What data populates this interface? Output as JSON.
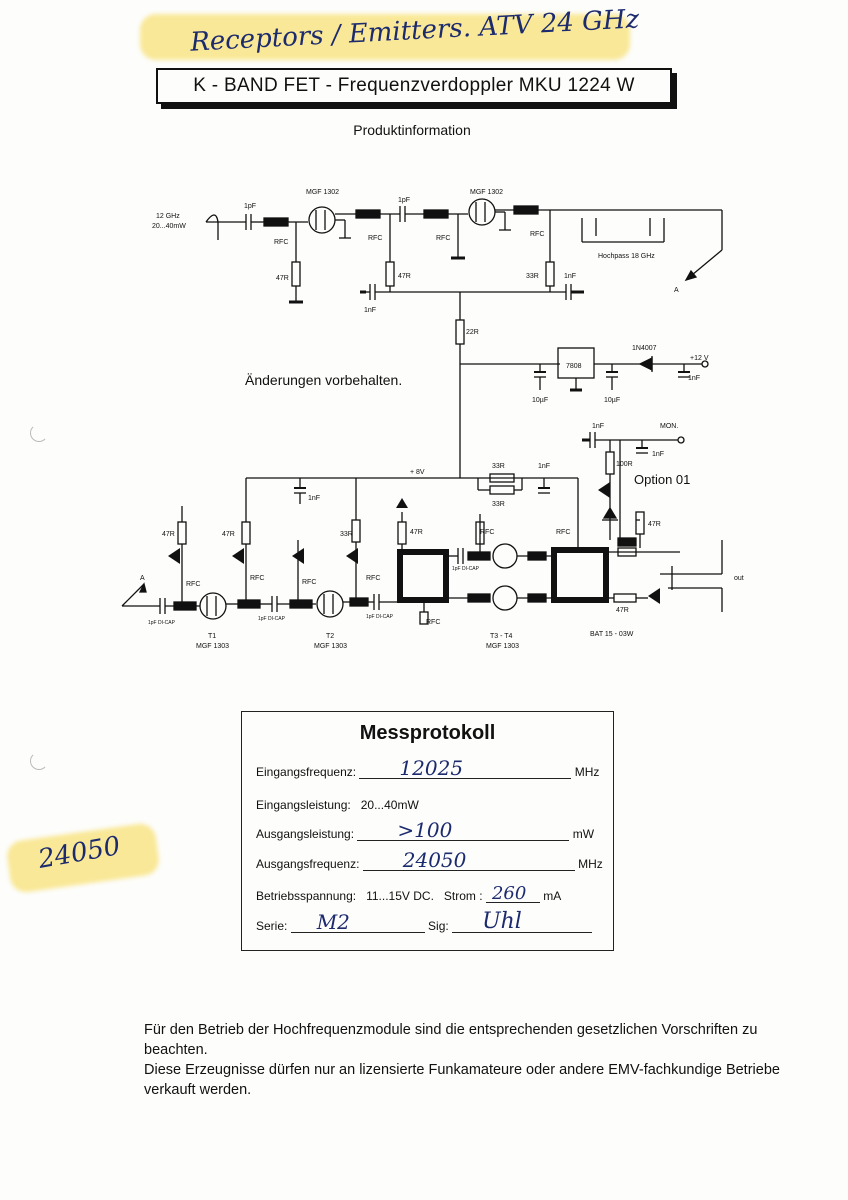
{
  "handwritten": {
    "top_note": "Receptors / Emitters. ATV 24 GHz",
    "margin_note": "24050"
  },
  "document": {
    "title": "K - BAND  FET - Frequenzverdoppler   MKU 1224 W",
    "subtitle": "Produktinformation",
    "notice": "Änderungen vorbehalten."
  },
  "schematic": {
    "input_label_1": "12 GHz",
    "input_label_2": "20...40mW",
    "mgf1302": "MGF 1302",
    "c1pf": "1pF",
    "rfc": "RFC",
    "r47": "47R",
    "r33": "33R",
    "r22": "22R",
    "r100": "100R",
    "c1nf": "1nF",
    "c10uf": "10µF",
    "hochpass": "Hochpass 18 GHz",
    "node_a": "A",
    "reg": "7808",
    "diode": "1N4007",
    "plus12": "+12 V",
    "mon": "MON.",
    "plus8": "+ 8V",
    "option": "Option 01",
    "dicap": "1pF DI-CAP",
    "t1": "T1",
    "t2": "T2",
    "t34": "T3 - T4",
    "mgf1303": "MGF 1303",
    "bat": "BAT 15 - 03W",
    "out": "out"
  },
  "protocol": {
    "heading": "Messprotokoll",
    "rows": [
      {
        "label": "Eingangsfrequenz:",
        "value": "12025",
        "unit": "MHz"
      },
      {
        "label": "Eingangsleistung:",
        "value": "20...40mW",
        "unit": ""
      },
      {
        "label": "Ausgangsleistung:",
        "value": ">100",
        "unit": "mW"
      },
      {
        "label": "Ausgangsfrequenz:",
        "value": "24050",
        "unit": "MHz"
      }
    ],
    "supply_label": "Betriebsspannung:",
    "supply_value": "11...15V DC.",
    "current_label": "Strom :",
    "current_value": "260",
    "current_unit": "mA",
    "serie_label": "Serie:",
    "serie_value": "M2",
    "sig_label": "Sig:",
    "sig_value": "Uhl"
  },
  "footer": {
    "p1": "Für den Betrieb der Hochfrequenzmodule sind die entsprechenden gesetzlichen Vorschriften zu beachten.",
    "p2": "Diese Erzeugnisse dürfen nur an lizensierte Funkamateure oder andere EMV-fachkundige Betriebe verkauft werden."
  }
}
